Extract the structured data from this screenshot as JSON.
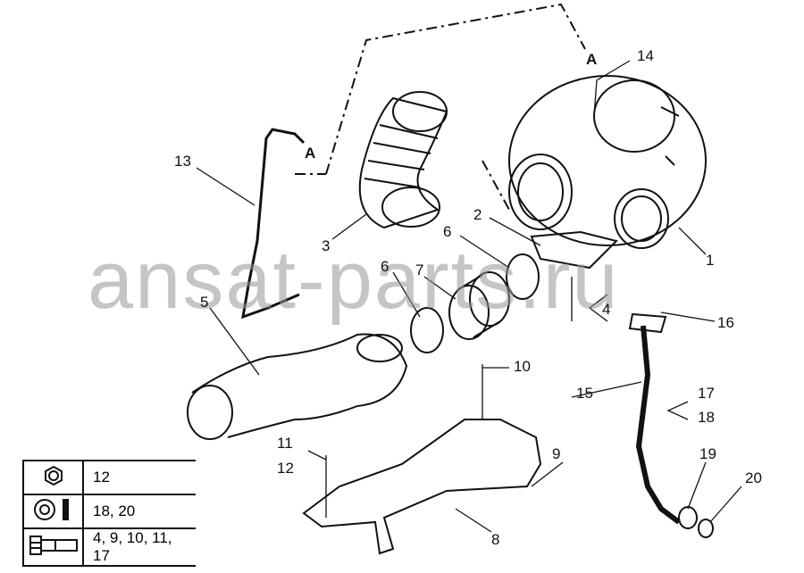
{
  "watermark": "ansat-parts.ru",
  "section_marker": "A",
  "callouts": {
    "c1": "1",
    "c2": "2",
    "c3": "3",
    "c4": "4",
    "c5": "5",
    "c6a": "6",
    "c6b": "6",
    "c7": "7",
    "c8": "8",
    "c9": "9",
    "c10": "10",
    "c11": "11",
    "c12": "12",
    "c13": "13",
    "c14": "14",
    "c15": "15",
    "c16": "16",
    "c17": "17",
    "c18": "18",
    "c19": "19",
    "c20": "20"
  },
  "legend": [
    {
      "icon": "hex-nut-icon",
      "parts": "12"
    },
    {
      "icon": "washer-icon",
      "parts": "18, 20"
    },
    {
      "icon": "bolt-icon",
      "parts": "4, 9, 10, 11, 17"
    }
  ]
}
